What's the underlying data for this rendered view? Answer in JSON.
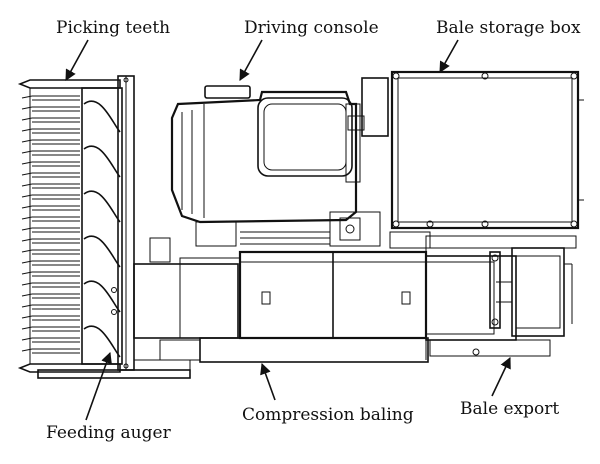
{
  "labels": {
    "picking_teeth": "Picking teeth",
    "driving_console": "Driving console",
    "bale_storage_box": "Bale storage box",
    "feeding_auger": "Feeding auger",
    "compression_baling": "Compression baling",
    "bale_export": "Bale export"
  }
}
